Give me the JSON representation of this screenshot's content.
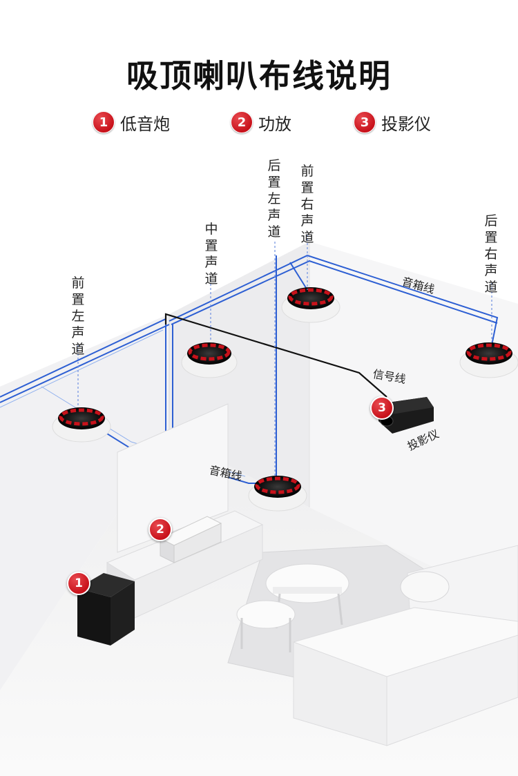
{
  "title": "吸顶喇叭布线说明",
  "legend": [
    {
      "num": "1",
      "label": "低音炮"
    },
    {
      "num": "2",
      "label": "功放"
    },
    {
      "num": "3",
      "label": "投影仪"
    }
  ],
  "speakers": {
    "front_left": "前置左声道",
    "center": "中置声道",
    "rear_left": "后置左声道",
    "front_right": "前置右声道",
    "rear_right": "后置右声道"
  },
  "cables": {
    "speaker_cable_top": "音箱线",
    "speaker_cable_bottom": "音箱线",
    "signal_cable": "信号线"
  },
  "devices": {
    "projector_label": "投影仪",
    "markers": [
      "1",
      "2",
      "3"
    ]
  },
  "colors": {
    "badge_red": "#c8121b",
    "speaker_wire_blue": "#2d5fd3",
    "signal_wire_black": "#111111"
  }
}
